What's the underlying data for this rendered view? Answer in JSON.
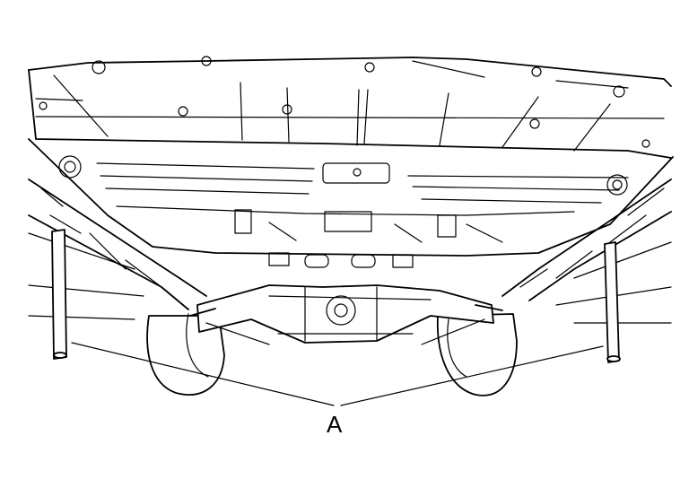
{
  "callout": {
    "label": "A"
  },
  "colors": {
    "line": "#000000",
    "background": "#ffffff"
  },
  "parts": [
    "underbody-floor",
    "rear-axle",
    "left-tire",
    "right-tire",
    "left-jack-stand",
    "right-jack-stand"
  ]
}
